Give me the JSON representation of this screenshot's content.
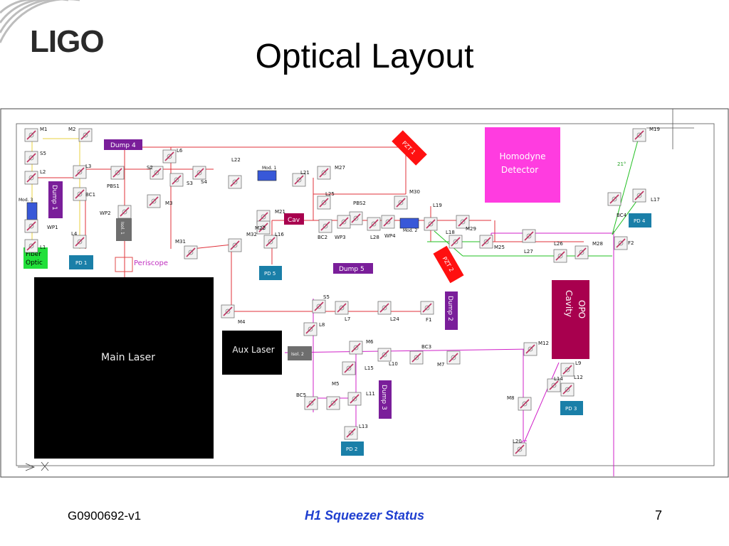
{
  "slide": {
    "title": "Optical Layout",
    "logo": "LIGO",
    "footer_left": "G0900692-v1",
    "footer_center": "H1 Squeezer Status",
    "page_number": "7"
  },
  "boxes": {
    "main_laser": "Main Laser",
    "aux_laser": "Aux Laser",
    "homodyne_line1": "Homodyne",
    "homodyne_line2": "Detector",
    "opo_line1": "OPO",
    "opo_line2": "Cavity",
    "fiber_line1": "Fiber",
    "fiber_line2": "Optic",
    "periscope": "Periscope",
    "dump1": "Dump 1",
    "dump2": "Dump 2",
    "dump3": "Dump 3",
    "dump4": "Dump 4",
    "dump5": "Dump 5",
    "cav": "Cav",
    "pzt1": "PZT 1",
    "pzt2": "PZT 2",
    "pd1": "PD 1",
    "pd2": "PD 2",
    "pd3": "PD 3",
    "pd4": "PD 4",
    "pd5": "PD 5",
    "isol1": "Isol. 1",
    "isol2": "Isol. 2",
    "mod1": "Mod. 1",
    "mod2": "Mod. 2",
    "mod3": "Mod. 3",
    "angle": "21°"
  },
  "component_labels": [
    "M1",
    "M2",
    "S5",
    "L2",
    "L3",
    "BC1",
    "WP1",
    "L1",
    "L4",
    "WP2",
    "PBS1",
    "S2",
    "L6",
    "S3",
    "S4",
    "M3",
    "L22",
    "L21",
    "M27",
    "L25",
    "PBS2",
    "M30",
    "M21",
    "M22",
    "L16",
    "BC2",
    "WP3",
    "L28",
    "WP4",
    "L19",
    "M29",
    "L18",
    "M25",
    "L27",
    "L26",
    "M28",
    "L17",
    "BC4",
    "F2",
    "M19",
    "M31",
    "M32",
    "M4",
    "S5",
    "L7",
    "L24",
    "F1",
    "L8",
    "M6",
    "BC3",
    "M7",
    "M12",
    "L9",
    "L15",
    "L10",
    "BC5",
    "M5",
    "L11",
    "L13",
    "L12",
    "L14",
    "M8",
    "L20"
  ]
}
